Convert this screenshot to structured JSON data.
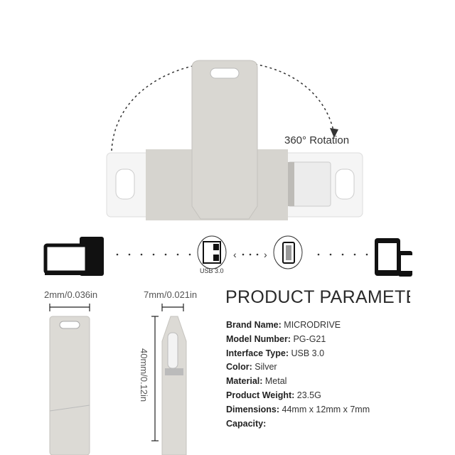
{
  "rotation_label": "360° Rotation",
  "usb_label": "USB 3.0",
  "dimensions": {
    "width_label": "2mm/0.036in",
    "thickness_label": "7mm/0.021in",
    "length_label": "40mm/0.12in"
  },
  "parameters": {
    "title": "PRODUCT PARAMETER",
    "rows": [
      {
        "label": "Brand Name:",
        "value": "MICRODRIVE"
      },
      {
        "label": "Model Number:",
        "value": "PG-G21"
      },
      {
        "label": "Interface Type:",
        "value": "USB 3.0"
      },
      {
        "label": "Color:",
        "value": "Silver"
      },
      {
        "label": "Material:",
        "value": "Metal"
      },
      {
        "label": "Product Weight:",
        "value": "23.5G"
      },
      {
        "label": "Dimensions:",
        "value": "44mm x 12mm x 7mm"
      },
      {
        "label": "Capacity:",
        "value": ""
      }
    ]
  },
  "colors": {
    "metal": "#d8d6d2",
    "plastic": "#f4f4f4",
    "icon": "#111111"
  }
}
